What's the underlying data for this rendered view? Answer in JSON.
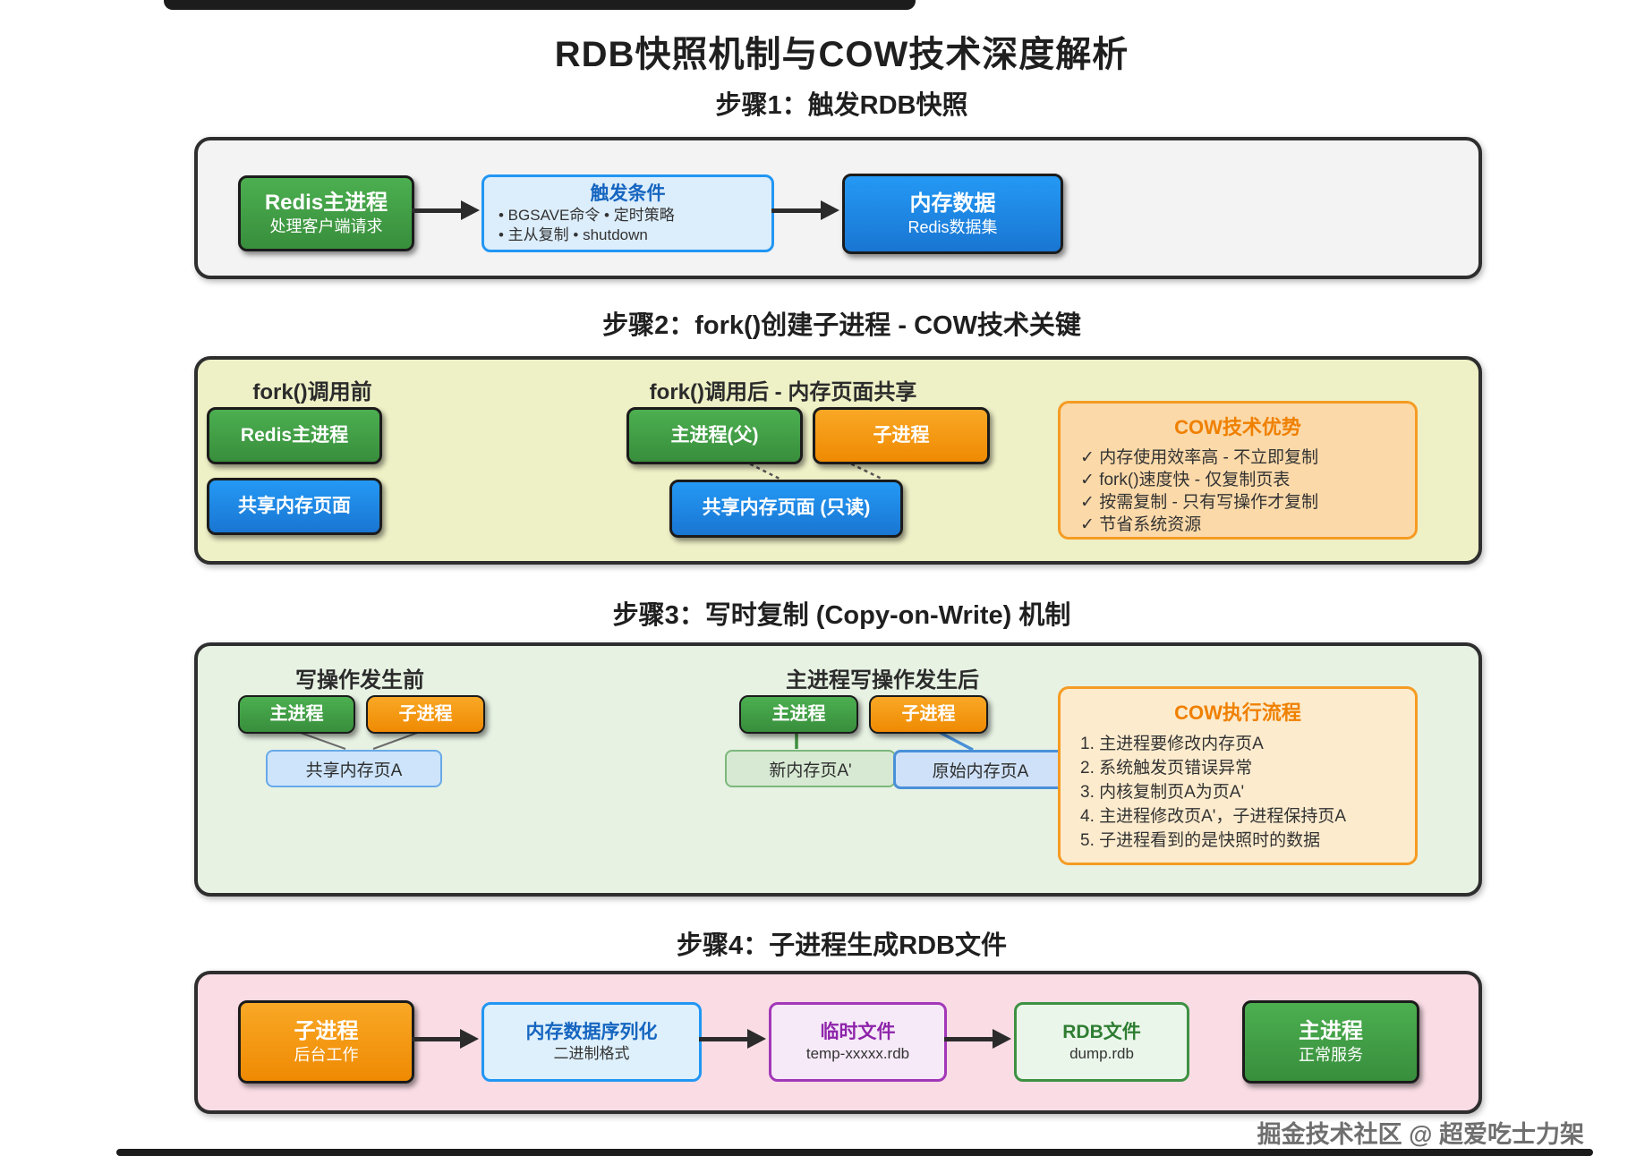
{
  "title": "RDB快照机制与COW技术深度解析",
  "watermark": "掘金技术社区 @ 超爱吃士力架",
  "step1": {
    "heading": "步骤1：触发RDB快照",
    "main": {
      "title": "Redis主进程",
      "subtitle": "处理客户端请求"
    },
    "trigger": {
      "title": "触发条件",
      "line1": "• BGSAVE命令 • 定时策略",
      "line2": "• 主从复制 • shutdown"
    },
    "memory": {
      "title": "内存数据",
      "subtitle": "Redis数据集"
    }
  },
  "step2": {
    "heading": "步骤2：fork()创建子进程 - COW技术关键",
    "before_label": "fork()调用前",
    "after_label": "fork()调用后 - 内存页面共享",
    "before_main": "Redis主进程",
    "before_memory": "共享内存页面",
    "parent": "主进程(父)",
    "child": "子进程",
    "shared_memory": "共享内存页面 (只读)",
    "advantages": {
      "title": "COW技术优势",
      "items": [
        "✓ 内存使用效率高 - 不立即复制",
        "✓ fork()速度快 - 仅复制页表",
        "✓ 按需复制 - 只有写操作才复制",
        "✓ 节省系统资源"
      ]
    }
  },
  "step3": {
    "heading": "步骤3：写时复制 (Copy-on-Write) 机制",
    "before_label": "写操作发生前",
    "after_label": "主进程写操作发生后",
    "main": "主进程",
    "child": "子进程",
    "shared_page": "共享内存页A",
    "new_page": "新内存页A'",
    "original_page": "原始内存页A",
    "flow": {
      "title": "COW执行流程",
      "items": [
        "1. 主进程要修改内存页A",
        "2. 系统触发页错误异常",
        "3. 内核复制页A为页A'",
        "4. 主进程修改页A'，子进程保持页A",
        "5. 子进程看到的是快照时的数据"
      ]
    }
  },
  "step4": {
    "heading": "步骤4：子进程生成RDB文件",
    "child": {
      "title": "子进程",
      "subtitle": "后台工作"
    },
    "serialize": {
      "title": "内存数据序列化",
      "subtitle": "二进制格式"
    },
    "temp": {
      "title": "临时文件",
      "subtitle": "temp-xxxxx.rdb"
    },
    "rdb": {
      "title": "RDB文件",
      "subtitle": "dump.rdb"
    },
    "main": {
      "title": "主进程",
      "subtitle": "正常服务"
    }
  },
  "colors": {
    "process_green": "#43a047",
    "process_orange": "#f39209",
    "memory_blue": "#1e88e5",
    "panel1_bg": "#f3f3f3",
    "panel2_bg": "#eef0c6",
    "panel3_bg": "#e7f2e3",
    "panel4_bg": "#fadce5",
    "cow_border": "#f59b23",
    "cow_title": "#ef8000",
    "temp_purple": "#9c27b0",
    "rdb_green": "#2e7d32"
  }
}
